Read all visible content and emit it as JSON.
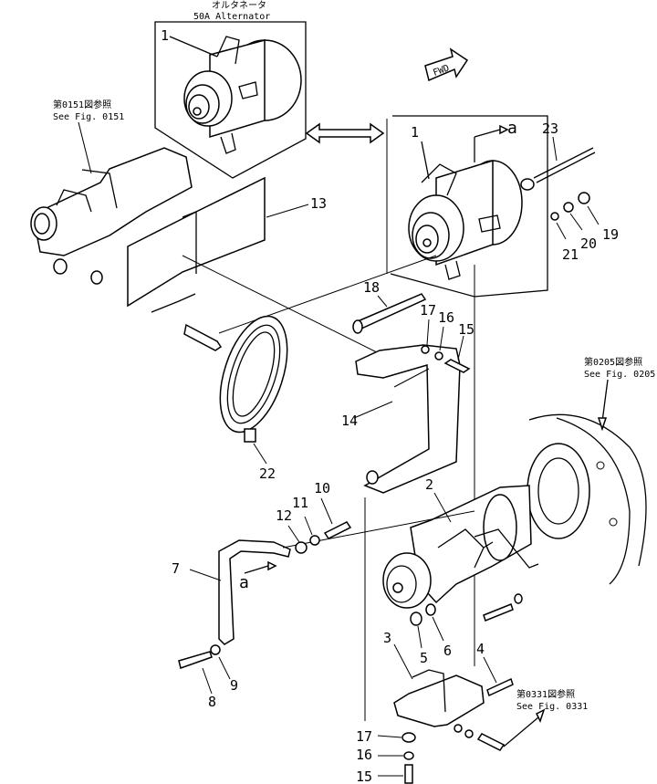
{
  "header": {
    "jp_title": "オルタネータ",
    "en_title": "50A Alternator"
  },
  "fwd_label": "FWD",
  "references": [
    {
      "id": "ref-0151",
      "jp": "第0151図参照",
      "en": "See Fig. 0151"
    },
    {
      "id": "ref-0205",
      "jp": "第0205図参照",
      "en": "See Fig. 0205"
    },
    {
      "id": "ref-0331",
      "jp": "第0331図参照",
      "en": "See Fig. 0331"
    }
  ],
  "arrow_markers": [
    "a",
    "a"
  ],
  "callouts": [
    "1",
    "1",
    "23",
    "13",
    "19",
    "20",
    "21",
    "18",
    "17",
    "16",
    "15",
    "14",
    "22",
    "2",
    "10",
    "11",
    "12",
    "7",
    "3",
    "4",
    "5",
    "6",
    "8",
    "9",
    "17",
    "16",
    "15"
  ]
}
